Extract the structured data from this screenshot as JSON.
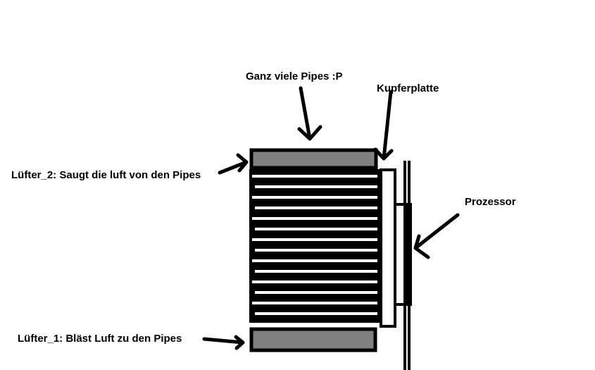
{
  "labels": {
    "pipes": "Ganz viele Pipes :P",
    "copper_plate": "Kupferplatte",
    "fan2": "Lüfter_2: Saugt die luft von den Pipes",
    "processor": "Prozessor",
    "fan1": "Lüfter_1: Bläst Luft zu den Pipes"
  },
  "colors": {
    "fan_fill": "#808080",
    "ink": "#000000"
  }
}
